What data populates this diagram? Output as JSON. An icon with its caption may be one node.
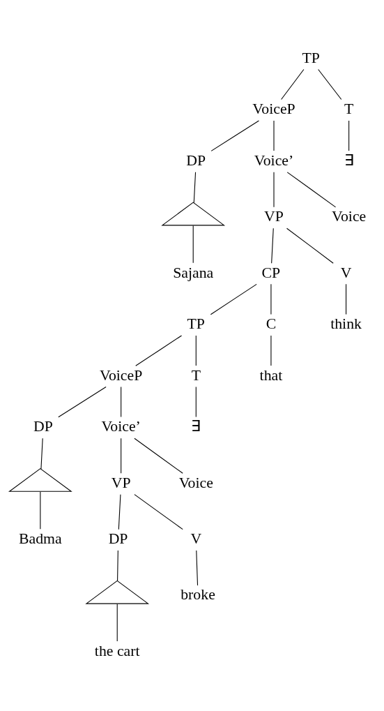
{
  "diagram": {
    "nodes": [
      {
        "text": [
          "TP"
        ]
      },
      {
        "text": [
          "VoiceP"
        ]
      },
      {
        "text": [
          "T"
        ]
      },
      {
        "text": [
          "DP"
        ]
      },
      {
        "text": [
          "Voice’"
        ]
      },
      {
        "text": [
          "∃"
        ]
      },
      {
        "text": [],
        "shape": "triangle"
      },
      {
        "text": [
          "VP"
        ]
      },
      {
        "text": [
          "Voice"
        ]
      },
      {
        "text": [
          "Sajana"
        ]
      },
      {
        "text": [
          "CP"
        ]
      },
      {
        "text": [
          "V"
        ]
      },
      {
        "text": [
          "TP"
        ]
      },
      {
        "text": [
          "C"
        ]
      },
      {
        "text": [
          "think"
        ]
      },
      {
        "text": [
          "VoiceP"
        ]
      },
      {
        "text": [
          "T"
        ]
      },
      {
        "text": [
          "that"
        ]
      },
      {
        "text": [
          "DP"
        ]
      },
      {
        "text": [
          "Voice’"
        ]
      },
      {
        "text": [
          "∃"
        ]
      },
      {
        "text": [],
        "shape": "triangle"
      },
      {
        "text": [
          "VP"
        ]
      },
      {
        "text": [
          "Voice"
        ]
      },
      {
        "text": [
          "Badma"
        ]
      },
      {
        "text": [
          "DP"
        ]
      },
      {
        "text": [
          "V"
        ]
      },
      {
        "text": [],
        "shape": "triangle"
      },
      {
        "text": [
          "the cart"
        ]
      },
      {
        "text": [
          "broke"
        ]
      }
    ],
    "edges": [
      {
        "from": 0,
        "to": 1,
        "arrow": "none"
      },
      {
        "from": 0,
        "to": 2,
        "arrow": "none"
      },
      {
        "from": 1,
        "to": 3,
        "arrow": "none"
      },
      {
        "from": 1,
        "to": 4,
        "arrow": "none"
      },
      {
        "from": 2,
        "to": 5,
        "arrow": "none"
      },
      {
        "from": 3,
        "to": 6,
        "arrow": "none"
      },
      {
        "from": 6,
        "to": 9,
        "arrow": "none"
      },
      {
        "from": 4,
        "to": 7,
        "arrow": "none"
      },
      {
        "from": 4,
        "to": 8,
        "arrow": "none"
      },
      {
        "from": 7,
        "to": 10,
        "arrow": "none"
      },
      {
        "from": 7,
        "to": 11,
        "arrow": "none"
      },
      {
        "from": 10,
        "to": 12,
        "arrow": "none"
      },
      {
        "from": 10,
        "to": 13,
        "arrow": "none"
      },
      {
        "from": 11,
        "to": 14,
        "arrow": "none"
      },
      {
        "from": 12,
        "to": 15,
        "arrow": "none"
      },
      {
        "from": 12,
        "to": 16,
        "arrow": "none"
      },
      {
        "from": 13,
        "to": 17,
        "arrow": "none"
      },
      {
        "from": 15,
        "to": 18,
        "arrow": "none"
      },
      {
        "from": 15,
        "to": 19,
        "arrow": "none"
      },
      {
        "from": 16,
        "to": 20,
        "arrow": "none"
      },
      {
        "from": 18,
        "to": 21,
        "arrow": "none"
      },
      {
        "from": 21,
        "to": 24,
        "arrow": "none"
      },
      {
        "from": 19,
        "to": 22,
        "arrow": "none"
      },
      {
        "from": 19,
        "to": 23,
        "arrow": "none"
      },
      {
        "from": 22,
        "to": 25,
        "arrow": "none"
      },
      {
        "from": 22,
        "to": 26,
        "arrow": "none"
      },
      {
        "from": 25,
        "to": 27,
        "arrow": "none"
      },
      {
        "from": 27,
        "to": 28,
        "arrow": "none"
      },
      {
        "from": 26,
        "to": 29,
        "arrow": "none"
      }
    ]
  }
}
